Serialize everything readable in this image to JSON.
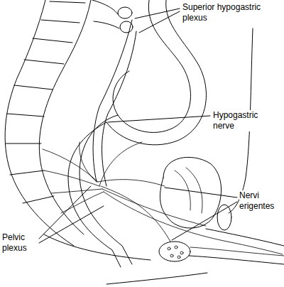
{
  "diagram": {
    "labels": [
      "Superior hypogastric plexus",
      "Hypogastric nerve",
      "Pelvic plexus",
      "Nervi erigentes"
    ]
  }
}
